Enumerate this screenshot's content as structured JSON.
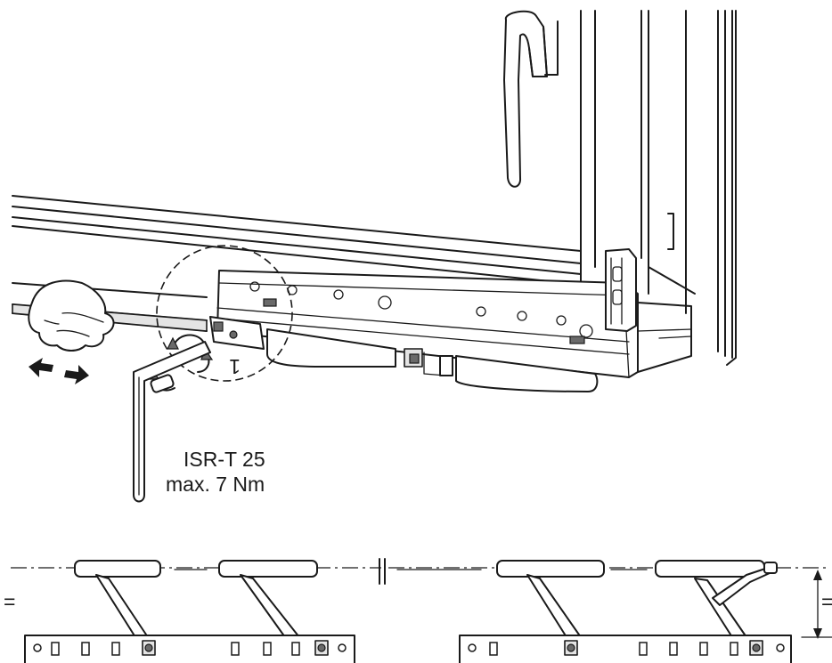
{
  "tool_label": {
    "line1": "ISR-T 25",
    "line2": "max. 7 Nm"
  },
  "detail_marker": "1",
  "equal_mark_left": "=",
  "equal_mark_right": "="
}
